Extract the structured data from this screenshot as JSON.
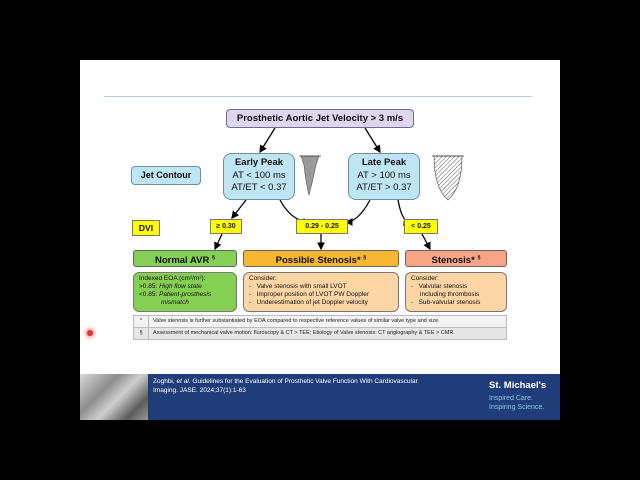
{
  "diagram": {
    "title": "Prosthetic Aortic Jet Velocity > 3 m/s",
    "jet_contour_label": "Jet Contour",
    "early_peak": {
      "title": "Early Peak",
      "line1": "AT < 100 ms",
      "line2": "AT/ET < 0.37"
    },
    "late_peak": {
      "title": "Late Peak",
      "line1": "AT > 100 ms",
      "line2": "AT/ET > 0.37"
    },
    "dvi_label": "DVI",
    "thresholds": [
      "≥ 0.30",
      "0.29 - 0.25",
      "< 0.25"
    ],
    "categories": {
      "normal": {
        "label": "Normal AVR",
        "mark": "§"
      },
      "possible": {
        "label": "Possible Stenosis*",
        "mark": "§"
      },
      "stenosis": {
        "label": "Stenosis*",
        "mark": "§"
      }
    },
    "details": {
      "normal": {
        "line1": "Indexed EOA (cm²/m²):",
        "line2_prefix": ">0.85: ",
        "line2_italic": "High flow state",
        "line3_prefix": "<0.85: ",
        "line3_italic": "Patient-prosthesis",
        "line4_italic": "mismatch"
      },
      "possible": {
        "heading": "Consider:",
        "items": [
          "Valve stenosis with small LVOT",
          "Improper position of LVOT PW Doppler",
          "Underestimation of jet Doppler velocity"
        ]
      },
      "stenosis": {
        "heading": "Consider:",
        "items": [
          "Valvular stenosis",
          "  including thrombosis",
          "Sub-valvular stenosis"
        ]
      }
    },
    "notes": [
      {
        "mark": "*",
        "text": "Valve stenosis is further substantiated  by EOA compared to respective reference values of similar valve type and size."
      },
      {
        "mark": "§",
        "text": "Assessment of mechanical valve motion: fluroscopy & CT > TEE; Etiology of Valve stenosis:  CT angiography & TEE > CMR."
      }
    ]
  },
  "footer": {
    "citation_author": "Zoghbi, ",
    "citation_etal": "et al",
    "citation_rest": ". Guidelines for the Evaluation of Prosthetic Valve Function With Cardiovascular Imaging. JASE. 2024;37(1):1-63",
    "brand": "St. Michael's",
    "tagline1": "Inspired Care.",
    "tagline2": "Inspiring Science."
  },
  "colors": {
    "slide_bg": "#ffffff",
    "title_box": "#ddd6ee",
    "contour_boxes": "#bfe5f2",
    "dvi_yellow": "#ffff00",
    "normal_green": "#86cf55",
    "possible_orange": "#f7b733",
    "stenosis_salmon": "#f7a487",
    "footer_navy": "#1f3d78"
  }
}
